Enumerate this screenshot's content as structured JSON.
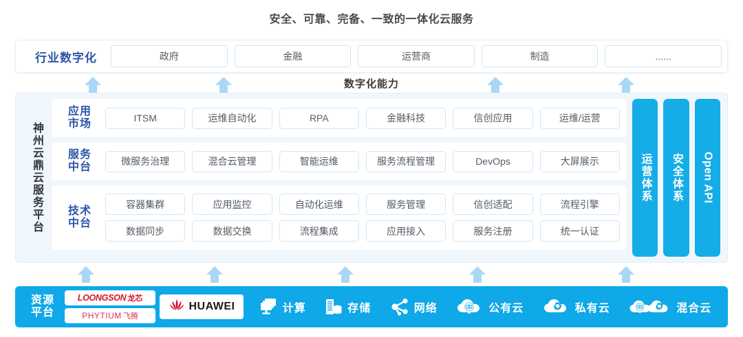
{
  "title": "安全、可靠、完备、一致的一体化云服务",
  "industry": {
    "label": "行业数字化",
    "items": [
      {
        "label": "政府"
      },
      {
        "label": "金融"
      },
      {
        "label": "运营商"
      },
      {
        "label": "制造"
      },
      {
        "label": "......"
      }
    ]
  },
  "capability": {
    "label": "数字化能力"
  },
  "platform": {
    "side_label": "神州云鼎云服务平台",
    "layers": [
      {
        "label_line1": "应用",
        "label_line2": "市场",
        "rows": [
          [
            {
              "label": "ITSM"
            },
            {
              "label": "运维自动化"
            },
            {
              "label": "RPA"
            },
            {
              "label": "金融科技"
            },
            {
              "label": "信创应用"
            },
            {
              "label": "运维/运营"
            }
          ]
        ]
      },
      {
        "label_line1": "服务",
        "label_line2": "中台",
        "rows": [
          [
            {
              "label": "微服务治理"
            },
            {
              "label": "混合云管理"
            },
            {
              "label": "智能运维"
            },
            {
              "label": "服务流程管理"
            },
            {
              "label": "DevOps"
            },
            {
              "label": "大屏展示"
            }
          ]
        ]
      },
      {
        "label_line1": "技术",
        "label_line2": "中台",
        "rows": [
          [
            {
              "label": "容器集群"
            },
            {
              "label": "应用监控"
            },
            {
              "label": "自动化运维"
            },
            {
              "label": "服务管理"
            },
            {
              "label": "信创适配"
            },
            {
              "label": "流程引擎"
            }
          ],
          [
            {
              "label": "数据同步"
            },
            {
              "label": "数据交换"
            },
            {
              "label": "流程集成"
            },
            {
              "label": "应用接入"
            },
            {
              "label": "服务注册"
            },
            {
              "label": "统一认证"
            }
          ]
        ]
      }
    ],
    "pillars": [
      {
        "label": "运营体系",
        "latin": false
      },
      {
        "label": "安全体系",
        "latin": false
      },
      {
        "label": "Open API",
        "latin": true
      }
    ]
  },
  "resource": {
    "label_line1": "资源",
    "label_line2": "平台",
    "logos": [
      {
        "name": "loongson",
        "text": "LOONGSON",
        "cn": "龙芯"
      },
      {
        "name": "phytium",
        "text": "PHYTIUM",
        "cn": "飞腾"
      },
      {
        "name": "huawei",
        "text": "HUAWEI",
        "cn": ""
      }
    ],
    "items": [
      {
        "label": "计算",
        "icon": "compute-icon"
      },
      {
        "label": "存储",
        "icon": "storage-icon"
      },
      {
        "label": "网络",
        "icon": "network-icon"
      },
      {
        "label": "公有云",
        "icon": "public-cloud-icon"
      },
      {
        "label": "私有云",
        "icon": "private-cloud-icon"
      },
      {
        "label": "混合云",
        "icon": "hybrid-cloud-icon"
      }
    ]
  },
  "arrows": {
    "top_positions": [
      113,
      303,
      698,
      888
    ],
    "bottom_positions": [
      103,
      290,
      480,
      672,
      888
    ]
  },
  "colors": {
    "accent_blue": "#0fa8e8",
    "pillar_blue": "#15ade8",
    "arrow_blue": "#a8d8f5",
    "label_blue": "#2c56a8",
    "panel_bg": "#f0f7fc",
    "chip_border": "#cfe6f7",
    "text_gray": "#555b63",
    "logo_red": "#d4172a"
  }
}
